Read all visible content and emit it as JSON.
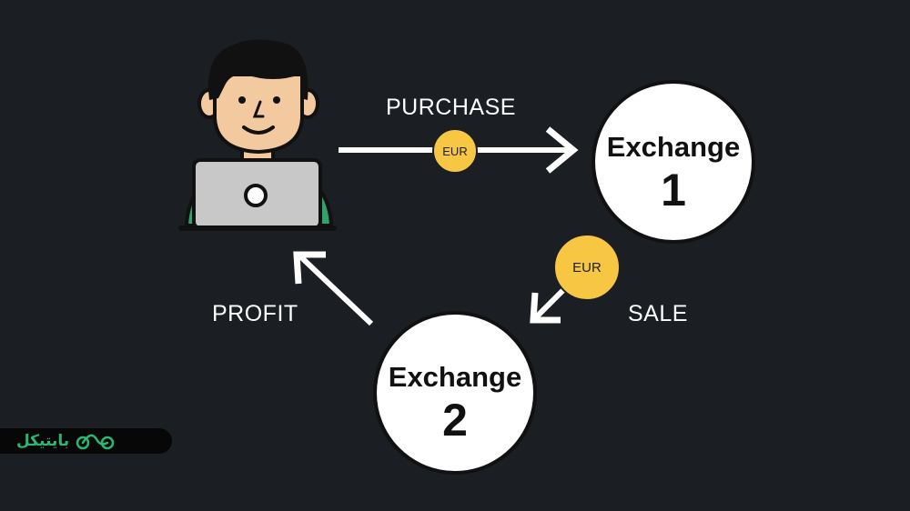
{
  "labels": {
    "purchase": "PURCHASE",
    "sale": "SALE",
    "profit": "PROFIT"
  },
  "coin_label": "EUR",
  "exchange1": {
    "word": "Exchange",
    "number": "1"
  },
  "exchange2": {
    "word": "Exchange",
    "number": "2"
  },
  "logo": {
    "text": "بایتیکل",
    "icon": "bicycle-icon"
  },
  "colors": {
    "background": "#1b1f24",
    "coin": "#f7c744",
    "arrow": "#ffffff",
    "circle": "#ffffff",
    "logo_green": "#2bb673",
    "laptop": "#c8c8c8",
    "shirt": "#2fa36b",
    "skin": "#f3c9a0",
    "hair": "#111111"
  }
}
